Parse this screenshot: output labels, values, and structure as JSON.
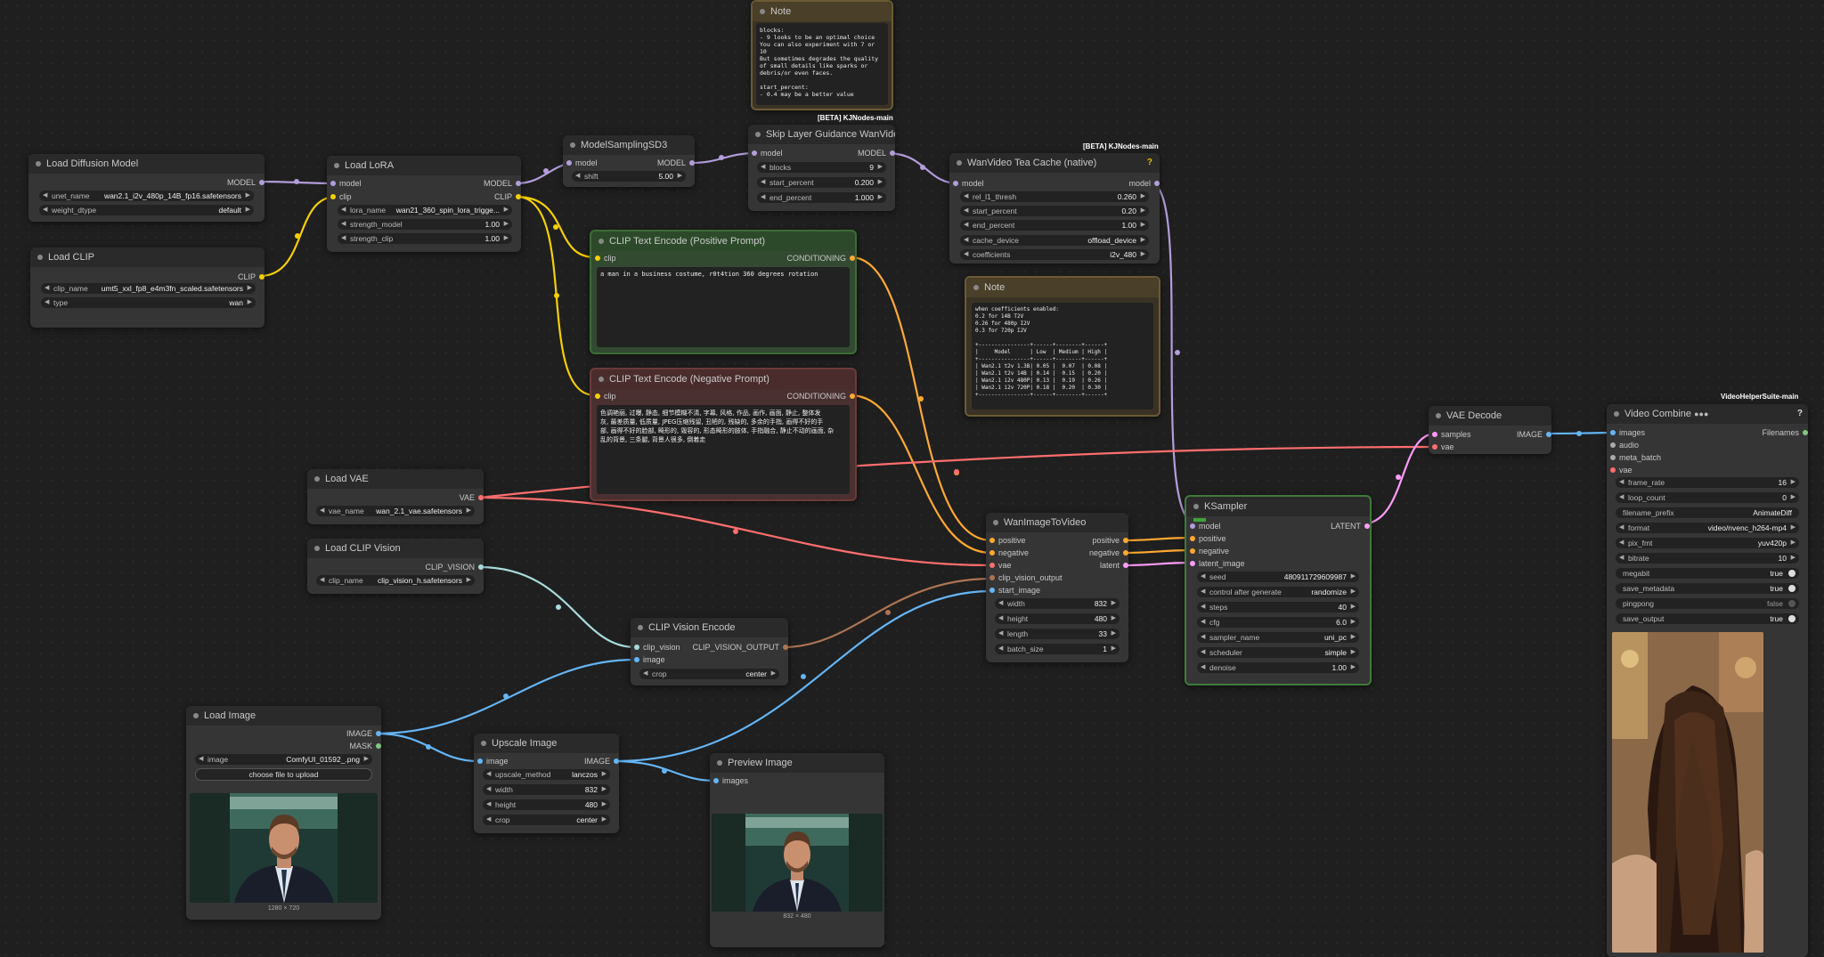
{
  "colors": {
    "model": "#b39ddb",
    "clip": "#f5d000",
    "conditioning": "#ffa931",
    "vae": "#ff6e6e",
    "image": "#64b5f6",
    "clip_vision": "#a8dadc",
    "clip_vision_output": "#ad7452",
    "latent": "#ff9cf9",
    "mask": "#81c784"
  },
  "note_top": {
    "title": "Note",
    "text": "blocks:\n- 9 looks to be an optimal choice\nYou can also experiment with 7 or\n10\nBut sometimes degrades the quality\nof small details like sparks or\ndebris/or even faces.\n\nstart_percent:\n- 0.4 may be a better value"
  },
  "load_diffusion": {
    "title": "Load Diffusion Model",
    "out": "MODEL",
    "w1_label": "unet_name",
    "w1_value": "wan2.1_i2v_480p_14B_fp16.safetensors",
    "w2_label": "weight_dtype",
    "w2_value": "default"
  },
  "load_clip": {
    "title": "Load CLIP",
    "out": "CLIP",
    "w1_label": "clip_name",
    "w1_value": "umt5_xxl_fp8_e4m3fn_scaled.safetensors",
    "w2_label": "type",
    "w2_value": "wan"
  },
  "load_lora": {
    "title": "Load LoRA",
    "in1": "model",
    "in2": "clip",
    "out1": "MODEL",
    "out2": "CLIP",
    "w1_label": "lora_name",
    "w1_value": "wan21_360_spin_lora_trigge...",
    "w2_label": "strength_model",
    "w2_value": "1.00",
    "w3_label": "strength_clip",
    "w3_value": "1.00"
  },
  "sampling_sd3": {
    "title": "ModelSamplingSD3",
    "in1": "model",
    "out1": "MODEL",
    "w1_label": "shift",
    "w1_value": "5.00"
  },
  "skip_layer": {
    "badge": "[BETA] KJNodes-main",
    "title": "Skip Layer Guidance WanVideo",
    "in1": "model",
    "out1": "MODEL",
    "w1_label": "blocks",
    "w1_value": "9",
    "w2_label": "start_percent",
    "w2_value": "0.200",
    "w3_label": "end_percent",
    "w3_value": "1.000"
  },
  "teacache": {
    "badge": "[BETA] KJNodes-main",
    "title": "WanVideo Tea Cache (native)",
    "qmark": "?",
    "in1": "model",
    "out1": "model",
    "w1_label": "rel_l1_thresh",
    "w1_value": "0.260",
    "w2_label": "start_percent",
    "w2_value": "0.20",
    "w3_label": "end_percent",
    "w3_value": "1.00",
    "w4_label": "cache_device",
    "w4_value": "offload_device",
    "w5_label": "coefficients",
    "w5_value": "i2v_480"
  },
  "clip_pos": {
    "title": "CLIP Text Encode (Positive Prompt)",
    "in1": "clip",
    "out1": "CONDITIONING",
    "text": "a man in a business costume, r0t4tion 360 degrees rotation"
  },
  "clip_neg": {
    "title": "CLIP Text Encode (Negative Prompt)",
    "in1": "clip",
    "out1": "CONDITIONING",
    "text": "色调艳丽, 过曝, 静态, 细节模糊不清, 字幕, 风格, 作品, 画作, 画面, 静止, 整体发\n灰, 最差质量, 低质量, JPEG压缩残留, 丑陋的, 残缺的, 多余的手指, 画得不好的手\n部, 画得不好的脸部, 畸形的, 毁容的, 形态畸形的肢体, 手指融合, 静止不动的画面, 杂\n乱的背景, 三条腿, 背景人很多, 倒着走"
  },
  "note_mid": {
    "title": "Note",
    "text": "when coefficients enabled:\n0.2 for 14B T2V\n0.26 for 480p I2V\n0.3 for 720p I2V\n\n+----------------+------+--------+------+\n|     Model      | Low  | Medium | High |\n+----------------+------+--------+------+\n| Wan2.1 t2v 1.3B| 0.05 |  0.07  | 0.08 |\n| Wan2.1 t2v 14B | 0.14 |  0.15  | 0.20 |\n| Wan2.1 i2v 480P| 0.13 |  0.19  | 0.26 |\n| Wan2.1 i2v 720P| 0.18 |  0.20  | 0.30 |\n+----------------+------+--------+------+"
  },
  "load_vae": {
    "title": "Load VAE",
    "out1": "VAE",
    "w1_label": "vae_name",
    "w1_value": "wan_2.1_vae.safetensors"
  },
  "load_clip_vision": {
    "title": "Load CLIP Vision",
    "out1": "CLIP_VISION",
    "w1_label": "clip_name",
    "w1_value": "clip_vision_h.safetensors"
  },
  "clip_vision_encode": {
    "title": "CLIP Vision Encode",
    "in1": "clip_vision",
    "in2": "image",
    "out1": "CLIP_VISION_OUTPUT",
    "w1_label": "crop",
    "w1_value": "center"
  },
  "wan_i2v": {
    "title": "WanImageToVideo",
    "in1": "positive",
    "in2": "negative",
    "in3": "vae",
    "in4": "clip_vision_output",
    "in5": "start_image",
    "out1": "positive",
    "out2": "negative",
    "out3": "latent",
    "w1_label": "width",
    "w1_value": "832",
    "w2_label": "height",
    "w2_value": "480",
    "w3_label": "length",
    "w3_value": "33",
    "w4_label": "batch_size",
    "w4_value": "1"
  },
  "ksampler": {
    "title": "KSampler",
    "in1": "model",
    "in2": "positive",
    "in3": "negative",
    "in4": "latent_image",
    "out1": "LATENT",
    "w1_label": "seed",
    "w1_value": "480911729609987",
    "w2_label": "control after generate",
    "w2_value": "randomize",
    "w3_label": "steps",
    "w3_value": "40",
    "w4_label": "cfg",
    "w4_value": "6.0",
    "w5_label": "sampler_name",
    "w5_value": "uni_pc",
    "w6_label": "scheduler",
    "w6_value": "simple",
    "w7_label": "denoise",
    "w7_value": "1.00"
  },
  "vae_decode": {
    "title": "VAE Decode",
    "in1": "samples",
    "in2": "vae",
    "out1": "IMAGE"
  },
  "video_combine": {
    "badge": "VideoHelperSuite-main",
    "title": "Video Combine",
    "title_icons": "●●●",
    "qmark": "?",
    "in1": "images",
    "in2": "audio",
    "in3": "meta_batch",
    "in4": "vae",
    "out1": "Filenames",
    "w1_label": "frame_rate",
    "w1_value": "16",
    "w2_label": "loop_count",
    "w2_value": "0",
    "w3_label": "filename_prefix",
    "w3_value": "AnimateDiff",
    "w4_label": "format",
    "w4_value": "video/nvenc_h264-mp4",
    "w5_label": "pix_fmt",
    "w5_value": "yuv420p",
    "w6_label": "bitrate",
    "w6_value": "10",
    "w7_label": "megabit",
    "w7_value": "true",
    "w8_label": "save_metadata",
    "w8_value": "true",
    "w9_label": "pingpong",
    "w9_value": "false",
    "w10_label": "save_output",
    "w10_value": "true"
  },
  "load_image": {
    "title": "Load Image",
    "out1": "IMAGE",
    "out2": "MASK",
    "w1_label": "image",
    "w1_value": "ComfyUI_01592_.png",
    "upload_label": "choose file to upload",
    "dims": "1280 × 720"
  },
  "upscale_image": {
    "title": "Upscale Image",
    "in1": "image",
    "out1": "IMAGE",
    "w1_label": "upscale_method",
    "w1_value": "lanczos",
    "w2_label": "width",
    "w2_value": "832",
    "w3_label": "height",
    "w3_value": "480",
    "w4_label": "crop",
    "w4_value": "center"
  },
  "preview_image": {
    "title": "Preview Image",
    "in1": "images",
    "dims": "832 × 480"
  }
}
